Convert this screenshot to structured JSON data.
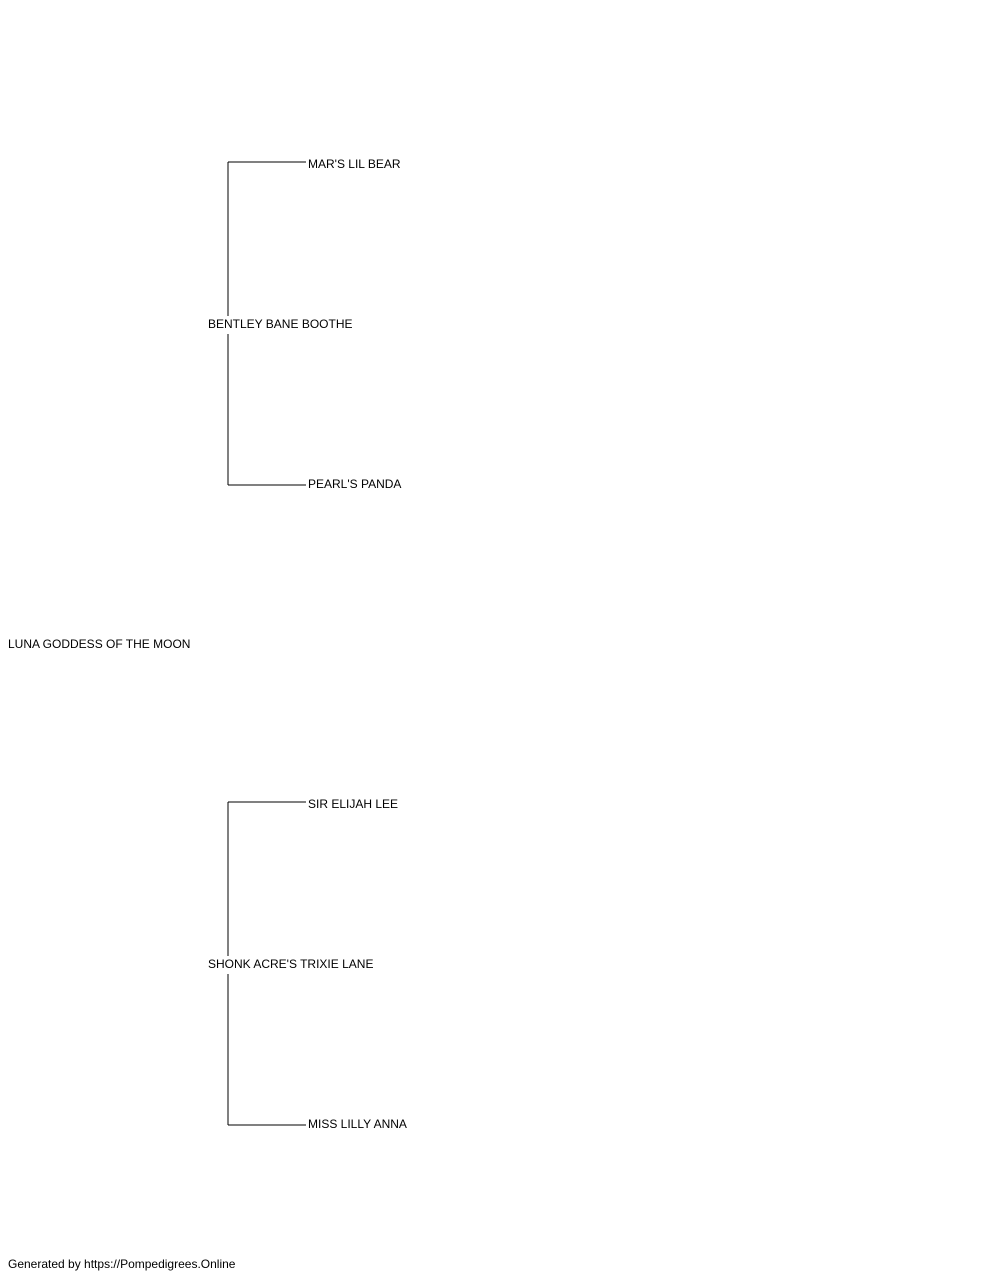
{
  "pedigree": {
    "subject": "LUNA GODDESS OF THE MOON",
    "sire": {
      "name": "BENTLEY BANE BOOTHE",
      "sire": "MAR'S LIL BEAR",
      "dam": "PEARL'S PANDA"
    },
    "dam": {
      "name": "SHONK ACRE'S TRIXIE LANE",
      "sire": "SIR ELIJAH LEE",
      "dam": "MISS LILLY ANNA"
    }
  },
  "footer": {
    "text": "Generated by https://Pompedigrees.Online"
  },
  "colors": {
    "line": "#000000",
    "text": "#000000",
    "background": "#ffffff"
  }
}
